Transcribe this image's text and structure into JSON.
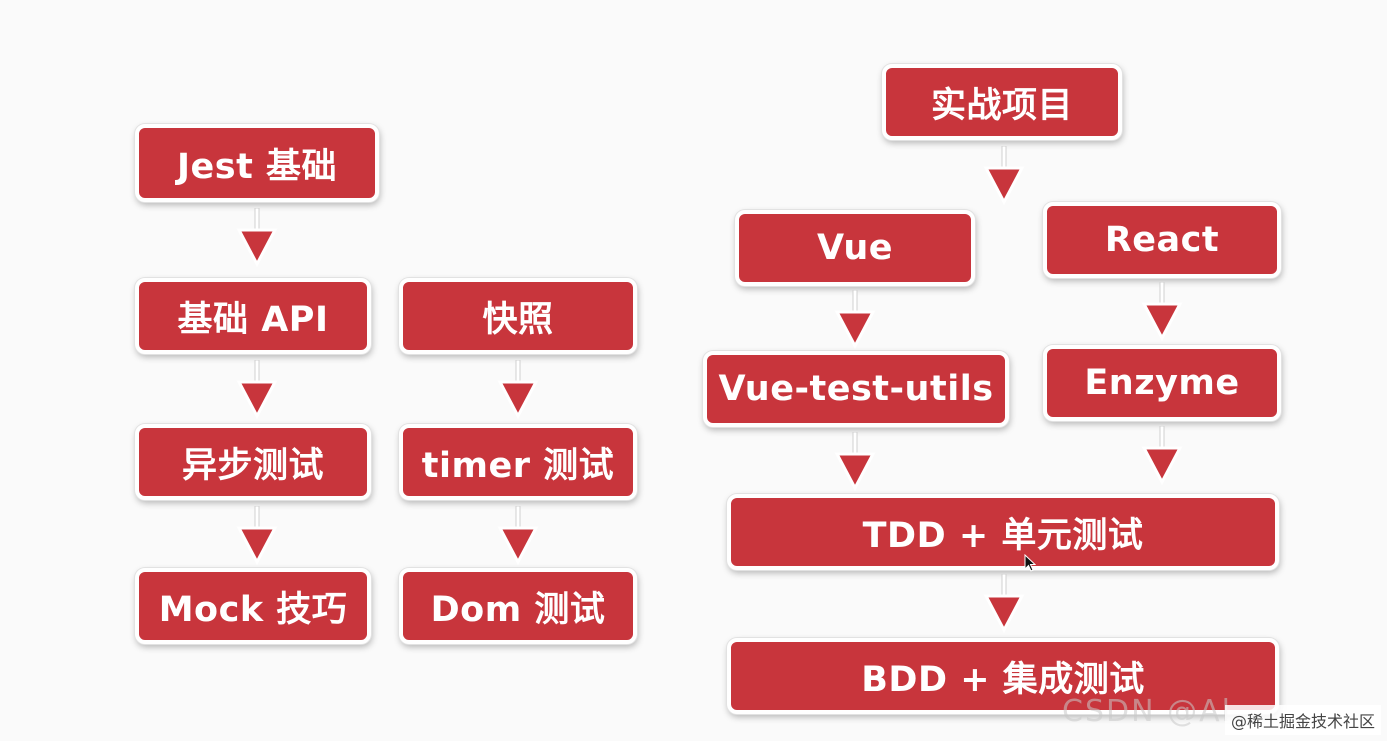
{
  "left_flow": {
    "jest_basics": "Jest 基础",
    "basic_api": "基础 API",
    "async_testing": "异步测试",
    "mock_tips": "Mock 技巧",
    "snapshot": "快照",
    "timer_testing": "timer 测试",
    "dom_testing": "Dom 测试"
  },
  "right_flow": {
    "practical_project": "实战项目",
    "vue": "Vue",
    "react": "React",
    "vue_test_utils": "Vue-test-utils",
    "enzyme": "Enzyme",
    "tdd_unit_testing": "TDD + 单元测试",
    "bdd_integration_testing": "BDD + 集成测试"
  },
  "watermark": {
    "faded_text": "CSDN @Al",
    "platform_text": "@稀土掘金技术社区"
  },
  "colors": {
    "node_fill": "#c8353c",
    "node_border": "#ffffff",
    "arrow_fill": "#c8353c",
    "background": "#fafafa"
  },
  "icons": {
    "arrow": "down-arrow-icon",
    "cursor": "mouse-cursor-icon"
  }
}
